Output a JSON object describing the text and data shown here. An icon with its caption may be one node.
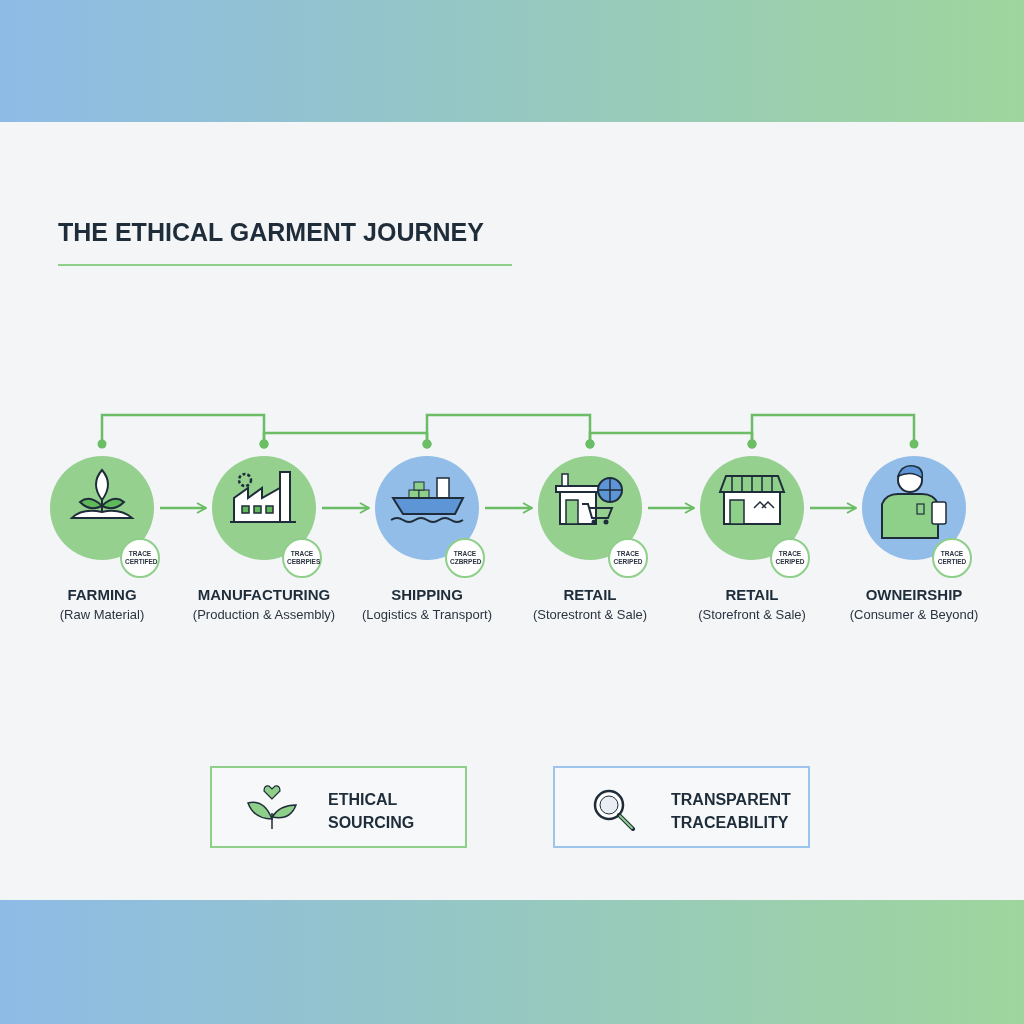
{
  "diagram": {
    "title": "THE ETHICAL GARMENT JOURNEY",
    "nodes": [
      {
        "text": [
          "FARMING",
          "(Raw Material)"
        ]
      },
      {
        "text": [
          "MANUFACTURING",
          "(Production & Assembly)"
        ]
      },
      {
        "text": [
          "SHIPPING",
          "(Logistics & Transport)"
        ]
      },
      {
        "text": [
          "RETAIL",
          "(Storestront & Sale)"
        ]
      },
      {
        "text": [
          "RETAIL",
          "(Storefront & Sale)"
        ]
      },
      {
        "text": [
          "OWNEIRSHIP",
          "(Consumer & Beyond)"
        ]
      },
      {
        "text": [
          "TRACE CERTIFED"
        ]
      },
      {
        "text": [
          "TRACE CEBRPIES"
        ]
      },
      {
        "text": [
          "TRACE CZBRPED"
        ]
      },
      {
        "text": [
          "TRACE CERIPED"
        ]
      },
      {
        "text": [
          "TRACE CERIPED"
        ]
      },
      {
        "text": [
          "TRACE CERTIED"
        ]
      },
      {
        "text": [
          "ETHICAL SOURCING"
        ]
      },
      {
        "text": [
          "TRANSPARENT TRACEABILITY"
        ]
      }
    ],
    "edges": [
      {
        "from": 0,
        "to": 1,
        "arrow": "to"
      },
      {
        "from": 1,
        "to": 2,
        "arrow": "to"
      },
      {
        "from": 2,
        "to": 3,
        "arrow": "to"
      },
      {
        "from": 3,
        "to": 4,
        "arrow": "to"
      },
      {
        "from": 4,
        "to": 5,
        "arrow": "to"
      },
      {
        "from": 0,
        "to": 1,
        "arrow": "other"
      },
      {
        "from": 1,
        "to": 2,
        "arrow": "other"
      },
      {
        "from": 2,
        "to": 3,
        "arrow": "other"
      },
      {
        "from": 3,
        "to": 4,
        "arrow": "other"
      },
      {
        "from": 4,
        "to": 5,
        "arrow": "other"
      }
    ]
  }
}
